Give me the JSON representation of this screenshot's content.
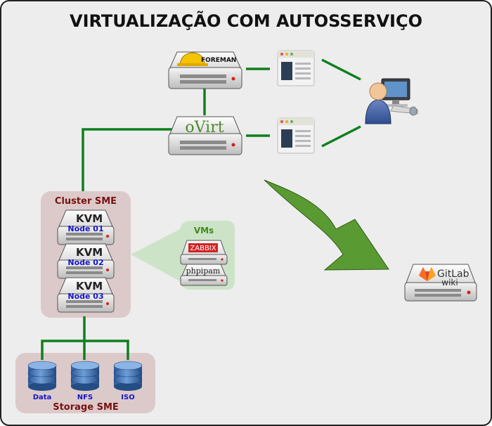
{
  "title": "VIRTUALIZAÇÃO COM AUTOSSERVIÇO",
  "servers": {
    "foreman": {
      "label": "FOREMAN"
    },
    "ovirt": {
      "label": "oVirt"
    },
    "gitlab": {
      "label": "GitLab",
      "sublabel": "wiki"
    }
  },
  "cluster": {
    "title": "Cluster SME",
    "nodes": [
      {
        "brand": "KVM",
        "label": "Node 01"
      },
      {
        "brand": "KVM",
        "label": "Node 02"
      },
      {
        "brand": "KVM",
        "label": "Node 03"
      }
    ]
  },
  "vms": {
    "title": "VMs",
    "items": [
      {
        "label": "ZABBIX"
      },
      {
        "label": "phpipam"
      }
    ]
  },
  "storage": {
    "title": "Storage SME",
    "items": [
      {
        "label": "Data"
      },
      {
        "label": "NFS"
      },
      {
        "label": "ISO"
      }
    ]
  },
  "icons": {
    "browser_windows": [
      "browser-window-icon",
      "browser-window-icon"
    ],
    "user": "user-at-computer-icon",
    "helmet": "hard-hat-icon",
    "gitlab_logo": "gitlab-fox-icon"
  },
  "colors": {
    "connection": "#0f7f1e",
    "cluster_bg": "#dccaca",
    "vms_bg": "#cde3c8",
    "arrow": "#5a9a32",
    "group_title": "#7a1010",
    "node_label": "#1414c8"
  }
}
